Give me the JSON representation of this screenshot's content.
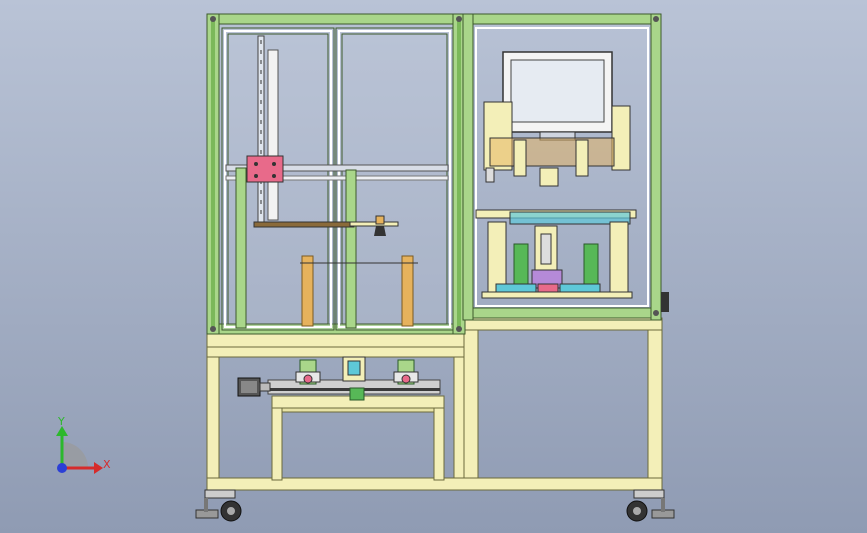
{
  "viewport": {
    "background_top": "#b9c3d6",
    "background_bottom": "#8f9bb3"
  },
  "colors": {
    "frame_green": "#a9d68a",
    "frame_dark": "#3d5a2c",
    "base_yellow": "#f3efb8",
    "base_outline": "#6b6a3c",
    "glass_edge": "#ffffff",
    "wood": "#e6b25c",
    "pink": "#e86a8a",
    "purple": "#b58ad8",
    "cyan": "#5ec8d8",
    "screen": "#e6ebf2",
    "dark": "#222222"
  },
  "triad": {
    "y_label": "Y",
    "x_label": "X",
    "y_color": "#2cb82c",
    "x_color": "#d62b2b",
    "z_color": "#2b3fd6"
  },
  "components": [
    "aluminum-profile-frame",
    "left-glass-door",
    "right-glass-door",
    "linear-module-vertical",
    "gripper-carriage",
    "hmi-touchscreen",
    "press-station",
    "stepper-motor",
    "conveyor-rail",
    "support-table",
    "caster-wheel-left",
    "caster-wheel-right"
  ]
}
